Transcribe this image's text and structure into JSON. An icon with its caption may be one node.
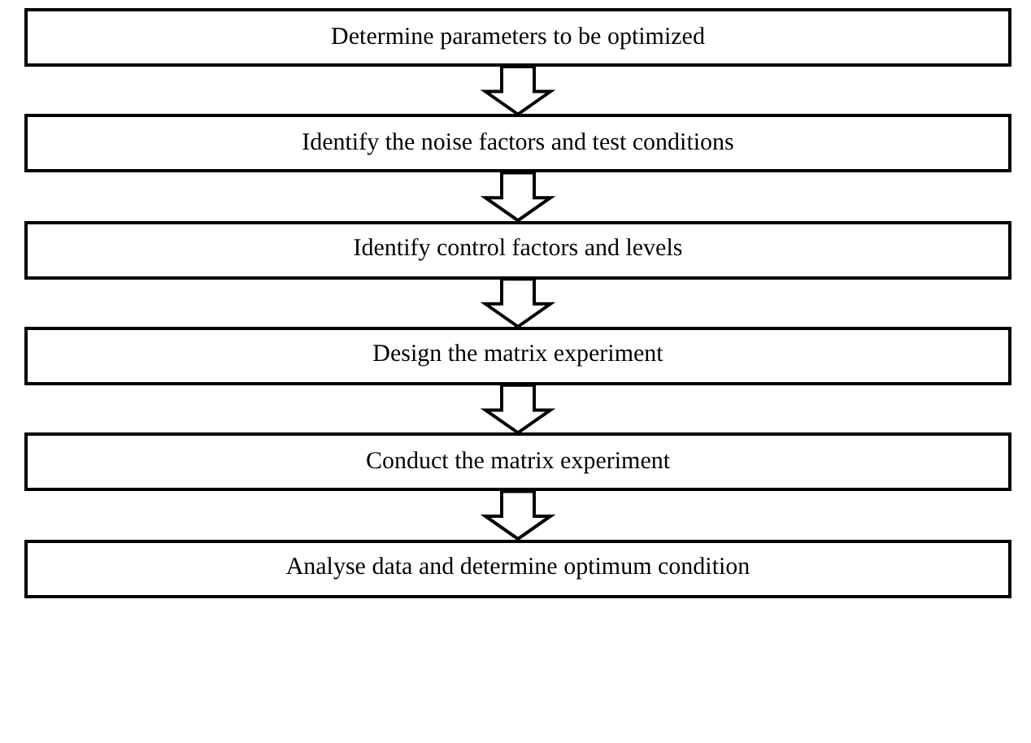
{
  "diagram": {
    "nodes": [
      {
        "text": [
          "Determine parameters to be optimized"
        ]
      },
      {
        "text": [
          "Identify the noise factors and test conditions"
        ]
      },
      {
        "text": [
          "Identify control factors and levels"
        ]
      },
      {
        "text": [
          "Design the matrix experiment"
        ]
      },
      {
        "text": [
          "Conduct the matrix experiment"
        ]
      },
      {
        "text": [
          "Analyse data and determine optimum condition"
        ]
      }
    ],
    "edges": [
      {
        "from": 0,
        "to": 1,
        "arrow": "to"
      },
      {
        "from": 1,
        "to": 2,
        "arrow": "to"
      },
      {
        "from": 2,
        "to": 3,
        "arrow": "to"
      },
      {
        "from": 3,
        "to": 4,
        "arrow": "to"
      },
      {
        "from": 4,
        "to": 5,
        "arrow": "to"
      }
    ]
  }
}
